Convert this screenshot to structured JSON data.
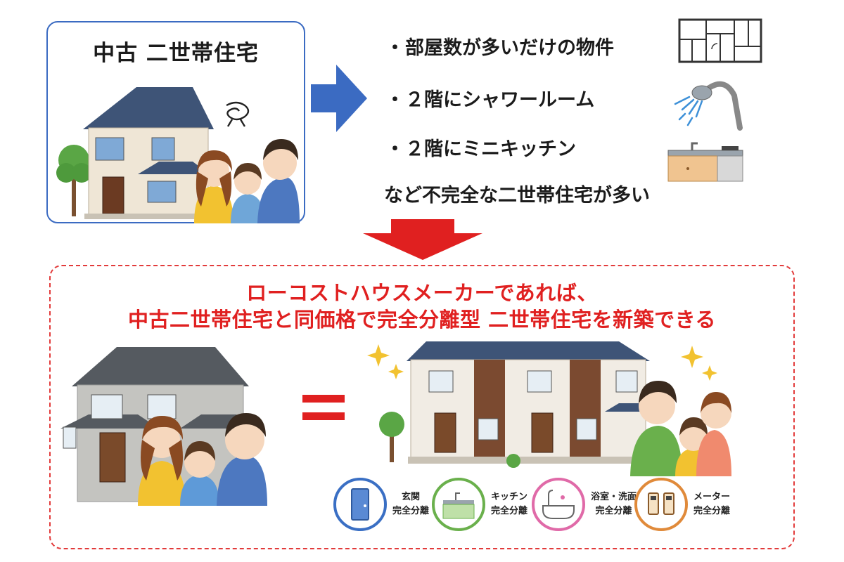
{
  "top": {
    "title": "中古 二世帯住宅"
  },
  "issues": {
    "items": [
      {
        "dot": "・",
        "text": "部屋数が多いだけの物件",
        "icon": "floor-plan-icon"
      },
      {
        "dot": "・",
        "text": "２階にシャワールーム",
        "icon": "shower-icon"
      },
      {
        "dot": "・",
        "text": "２階にミニキッチン",
        "icon": "kitchen-icon"
      }
    ],
    "summary": "など不完全な二世帯住宅が多い"
  },
  "headline": {
    "line1": "ローコストハウスメーカーであれば、",
    "line2": "中古二世帯住宅と同価格で完全分離型 二世帯住宅を新築できる"
  },
  "features": [
    {
      "line1": "玄関",
      "line2": "完全分離",
      "color": "#3a6fc4",
      "icon": "door-icon"
    },
    {
      "line1": "キッチン",
      "line2": "完全分離",
      "color": "#6ab04c",
      "icon": "kitchen-icon"
    },
    {
      "line1": "浴室・洗面",
      "line2": "完全分離",
      "color": "#e06aa8",
      "icon": "bathtub-icon"
    },
    {
      "line1": "メーター",
      "line2": "完全分離",
      "color": "#e08a3a",
      "icon": "meter-icon"
    }
  ],
  "colors": {
    "blue": "#3b6bc2",
    "red": "#e02020"
  }
}
